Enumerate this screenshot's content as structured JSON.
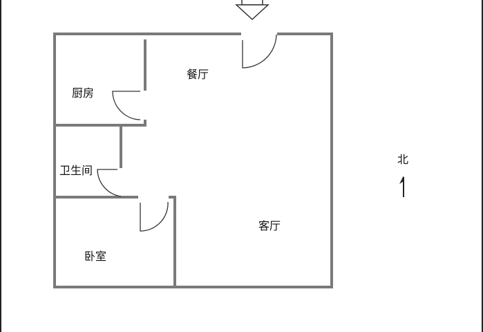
{
  "rooms": {
    "dining": "餐厅",
    "kitchen": "厨房",
    "bathroom": "卫生间",
    "living": "客厅",
    "bedroom": "卧室"
  },
  "compass": {
    "north": "北"
  },
  "colors": {
    "wall": "#7a7a7a",
    "line": "#333333",
    "frame": "#222222"
  }
}
